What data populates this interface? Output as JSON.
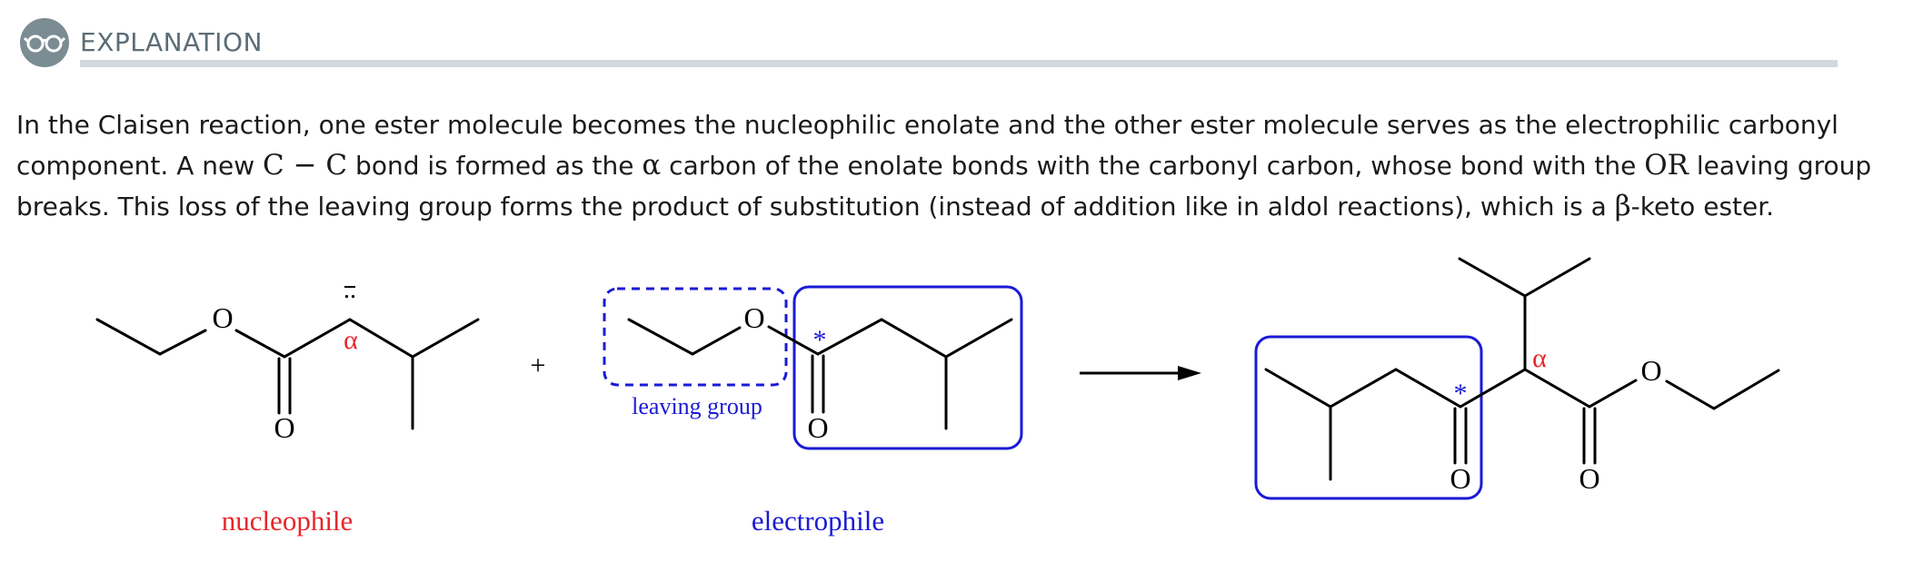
{
  "header": {
    "icon": "glasses-icon",
    "title": "EXPLANATION"
  },
  "explanation": {
    "part1": "In the Claisen reaction, one ester molecule becomes the nucleophilic enolate and the other ester molecule serves as the electrophilic carbonyl component. A new ",
    "bond": "C − C",
    "part2": " bond is formed as the ",
    "alpha": "α",
    "part3": " carbon of the enolate bonds with the carbonyl carbon, whose bond with the ",
    "or_group": "OR",
    "part4": " leaving group breaks. This loss of the leaving group forms the product of substitution (instead of addition like in aldol reactions), which is a ",
    "beta": "β",
    "part5": "-keto ester."
  },
  "diagram": {
    "nucleophile": {
      "ring_o": "O",
      "carbonyl_o": "O",
      "lone_pair": "..",
      "alpha": "α",
      "label": "nucleophile"
    },
    "plus": "+",
    "electrophile": {
      "ring_o": "O",
      "carbonyl_o": "O",
      "star": "*",
      "leaving_group_label": "leaving group",
      "label": "electrophile"
    },
    "product": {
      "ketone_o": "O",
      "ester_o": "O",
      "ester_carbonyl_o": "O",
      "star": "*",
      "alpha": "α"
    },
    "colors": {
      "black": "#000000",
      "nucleophile_red": "#e8262a",
      "electrophile_blue": "#1a1ad6"
    }
  }
}
